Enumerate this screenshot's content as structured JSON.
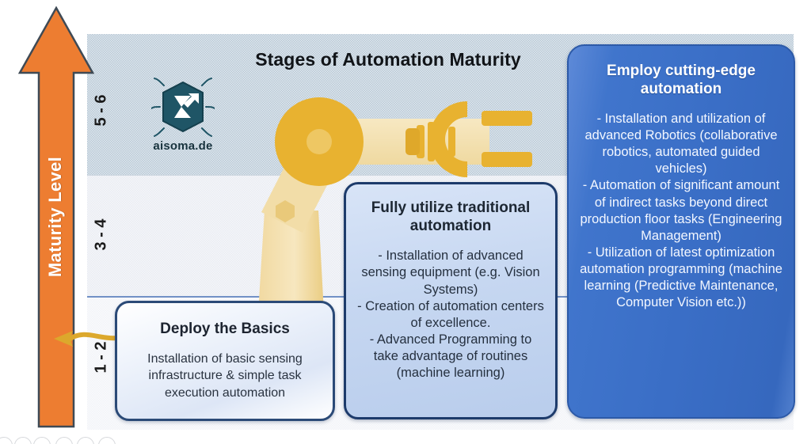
{
  "title": "Stages of Automation Maturity",
  "axis": {
    "label": "Maturity Level",
    "arrow_color": "#ED7D31",
    "arrow_outline": "#3f4a55",
    "ticks": [
      {
        "id": "5-6",
        "label": "5 - 6"
      },
      {
        "id": "3-4",
        "label": "3 - 4"
      },
      {
        "id": "1-2",
        "label": "1 - 2"
      }
    ]
  },
  "brand": {
    "wordmark": "aisoma.de",
    "logo_color": "#1f5566",
    "logo_icon": "aisoma-hexagon-sigma-logo"
  },
  "bands": {
    "top_color": "#b9c9d6",
    "mid_color": "#e9ecf2",
    "bottom_color": "#f2f4f8",
    "divider_color": "#5b7fbd"
  },
  "robot": {
    "icon": "robotic-arm-illustration",
    "body_color": "#f2dda8",
    "joint_color": "#e8b230",
    "accent_color": "#d9a32b"
  },
  "cards": [
    {
      "id": "deploy-the-basics",
      "title": "Deploy the Basics",
      "body": "Installation of basic sensing infrastructure & simple task execution automation",
      "border_color": "#2b4a77",
      "text_color": "#2a3340"
    },
    {
      "id": "fully-utilize-traditional-automation",
      "title": "Fully utilize traditional automation",
      "body": "- Installation of advanced sensing equipment (e.g. Vision Systems)\n- Creation of automation centers of excellence.\n- Advanced Programming to take advantage of routines (machine learning)",
      "border_color": "#1d3b6b",
      "text_color": "#25303f"
    },
    {
      "id": "employ-cutting-edge-automation",
      "title": "Employ cutting-edge automation",
      "body": "- Installation and utilization of advanced Robotics (collaborative robotics, automated guided vehicles)\n- Automation of significant amount of indirect tasks beyond direct production floor tasks (Engineering Management)\n- Utilization of latest optimization automation programming (machine learning (Predictive Maintenance, Computer Vision etc.))",
      "border_color": "#2d5aa8",
      "text_color": "#f3f7ff"
    }
  ]
}
